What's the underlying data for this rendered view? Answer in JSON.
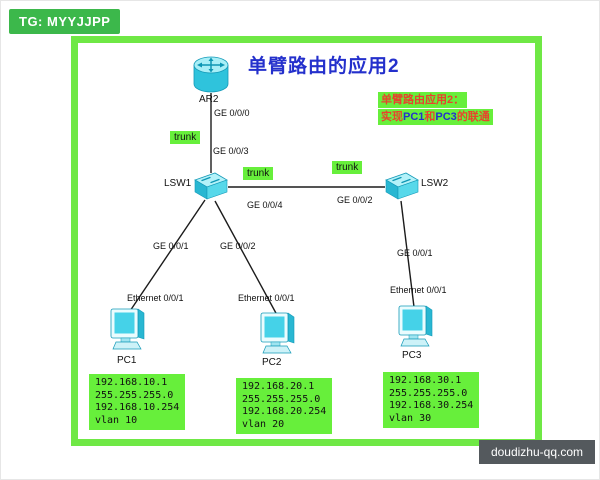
{
  "colors": {
    "badge_green": "#3cb84b",
    "frame_green": "#6fe845",
    "highlight_green": "#67ef3b",
    "title_blue": "#2430cc",
    "note_red": "#e8432c",
    "note_blue": "#2430cc",
    "device_cyan": "#2fc3dc",
    "footer_bg": "#54595d",
    "link_black": "#1b1b1b"
  },
  "watermarks": {
    "top_left": "TG: MYYJJPP",
    "bottom_right": "doudizhu-qq.com"
  },
  "diagram": {
    "title": "单臂路由的应用2",
    "trunk_label": "trunk",
    "note": {
      "line1": "单臂路由应用2：",
      "line2_parts": [
        {
          "text": "实现"
        },
        {
          "text": "PC1"
        },
        {
          "text": "和"
        },
        {
          "text": "PC3"
        },
        {
          "text": "的联通"
        }
      ]
    },
    "devices": {
      "router": {
        "type": "router",
        "label": "AR2"
      },
      "switch1": {
        "type": "switch",
        "label": "LSW1"
      },
      "switch2": {
        "type": "switch",
        "label": "LSW2"
      },
      "pc1": {
        "type": "pc",
        "label": "PC1",
        "config": [
          "192.168.10.1",
          "255.255.255.0",
          "192.168.10.254",
          "vlan 10"
        ]
      },
      "pc2": {
        "type": "pc",
        "label": "PC2",
        "config": [
          "192.168.20.1",
          "255.255.255.0",
          "192.168.20.254",
          "vlan 20"
        ]
      },
      "pc3": {
        "type": "pc",
        "label": "PC3",
        "config": [
          "192.168.30.1",
          "255.255.255.0",
          "192.168.30.254",
          "vlan 30"
        ]
      }
    },
    "ports": {
      "ar2_ge000": "GE 0/0/0",
      "lsw1_uplink": "GE 0/0/3",
      "lsw1_trunk": "GE 0/0/4",
      "lsw2_trunk": "GE 0/0/2",
      "lsw1_to_pc1": "GE 0/0/1",
      "lsw1_to_pc2": "GE 0/0/2",
      "lsw2_to_pc3": "GE 0/0/1",
      "pc1_port": "Ethernet 0/0/1",
      "pc2_port": "Ethernet 0/0/1",
      "pc3_port": "Ethernet 0/0/1"
    }
  }
}
